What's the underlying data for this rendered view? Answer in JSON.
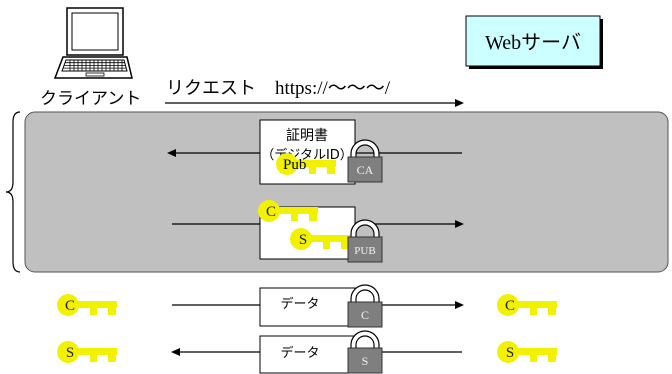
{
  "client": {
    "label": "クライアント",
    "icon": "laptop-icon"
  },
  "server": {
    "label": "Webサーバ"
  },
  "request": {
    "label": "リクエスト",
    "url": "https://～～～/"
  },
  "handshake": {
    "certificate": {
      "title": "証明書",
      "subtitle": "（デジタルID）",
      "key_label": "Pub",
      "lock_label": "CA"
    },
    "key_exchange": {
      "keys": [
        "C",
        "S"
      ],
      "lock_label": "PUB"
    }
  },
  "data_transfer": [
    {
      "label": "データ",
      "lock_label": "C",
      "client_key": "C",
      "server_key": "C"
    },
    {
      "label": "データ",
      "lock_label": "S",
      "client_key": "S",
      "server_key": "S"
    }
  ],
  "colors": {
    "key": "#f2f200",
    "lock_body": "#7f7f7f",
    "handshake_bg": "#c0c0c0",
    "server_bg": "#ccffff"
  }
}
